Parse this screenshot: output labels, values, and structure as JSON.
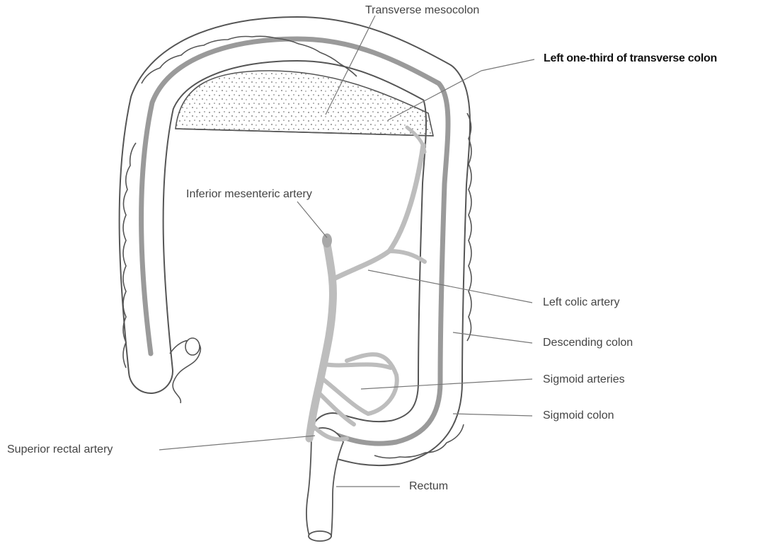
{
  "labels": {
    "transverse_mesocolon": "Transverse mesocolon",
    "left_third_transverse": "Left one-third of transverse colon",
    "inferior_mesenteric_artery": "Inferior mesenteric artery",
    "left_colic_artery": "Left colic artery",
    "descending_colon": "Descending colon",
    "sigmoid_arteries": "Sigmoid arteries",
    "sigmoid_colon": "Sigmoid colon",
    "superior_rectal_artery": "Superior rectal artery",
    "rectum": "Rectum"
  },
  "colors": {
    "outline": "#555555",
    "artery": "#bdbdbd",
    "artery_dark": "#a8a8a8",
    "lumen": "#9a9a9a",
    "leader": "#777777",
    "stipple": "#666666"
  }
}
